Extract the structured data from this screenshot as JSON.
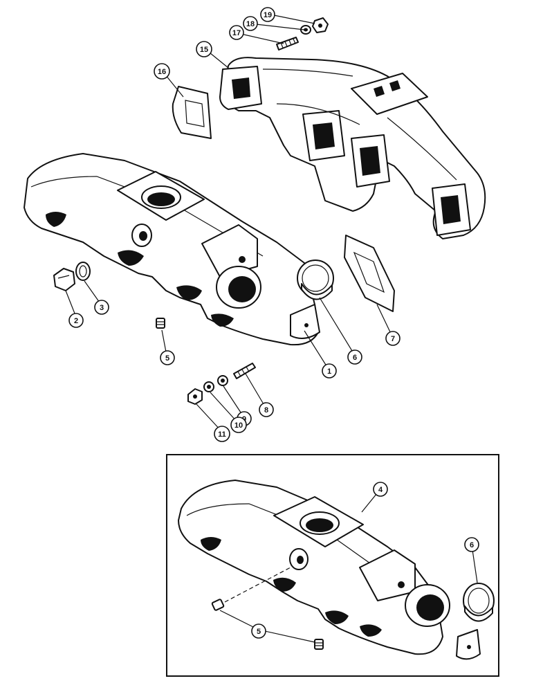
{
  "callouts": {
    "c1": "1",
    "c2": "2",
    "c3": "3",
    "c4": "4",
    "c5a": "5",
    "c5b": "5",
    "c6a": "6",
    "c6b": "6",
    "c7": "7",
    "c8": "8",
    "c9": "9",
    "c10": "10",
    "c11": "11",
    "c15": "15",
    "c16": "16",
    "c17": "17",
    "c18": "18",
    "c19": "19"
  }
}
